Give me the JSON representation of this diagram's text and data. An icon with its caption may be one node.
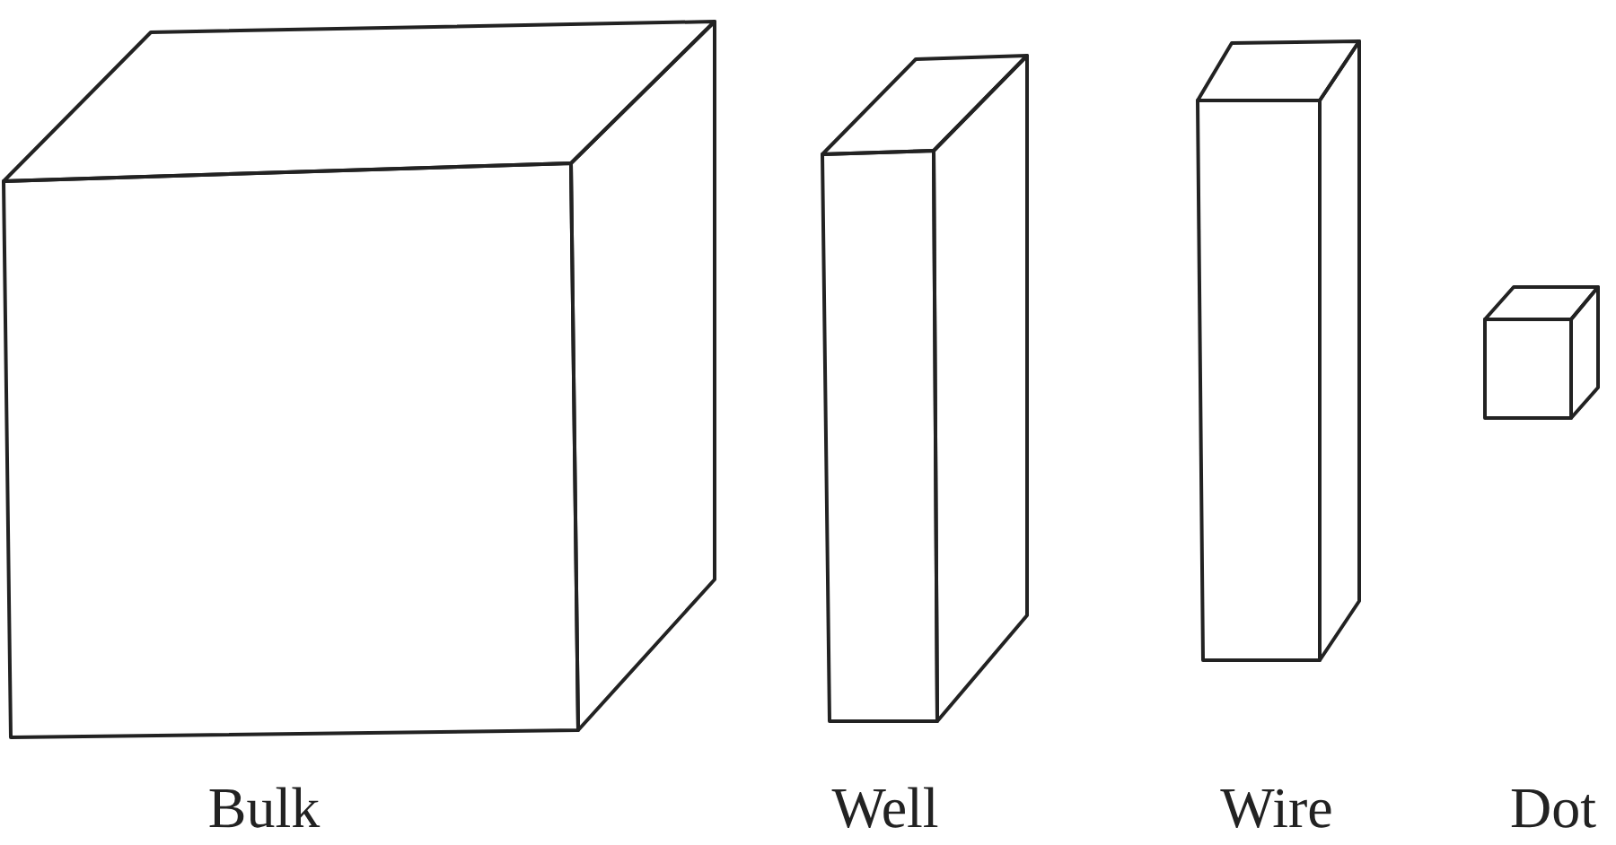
{
  "diagram": {
    "labels": [
      "Bulk",
      "Well",
      "Wire",
      "Dot"
    ]
  }
}
